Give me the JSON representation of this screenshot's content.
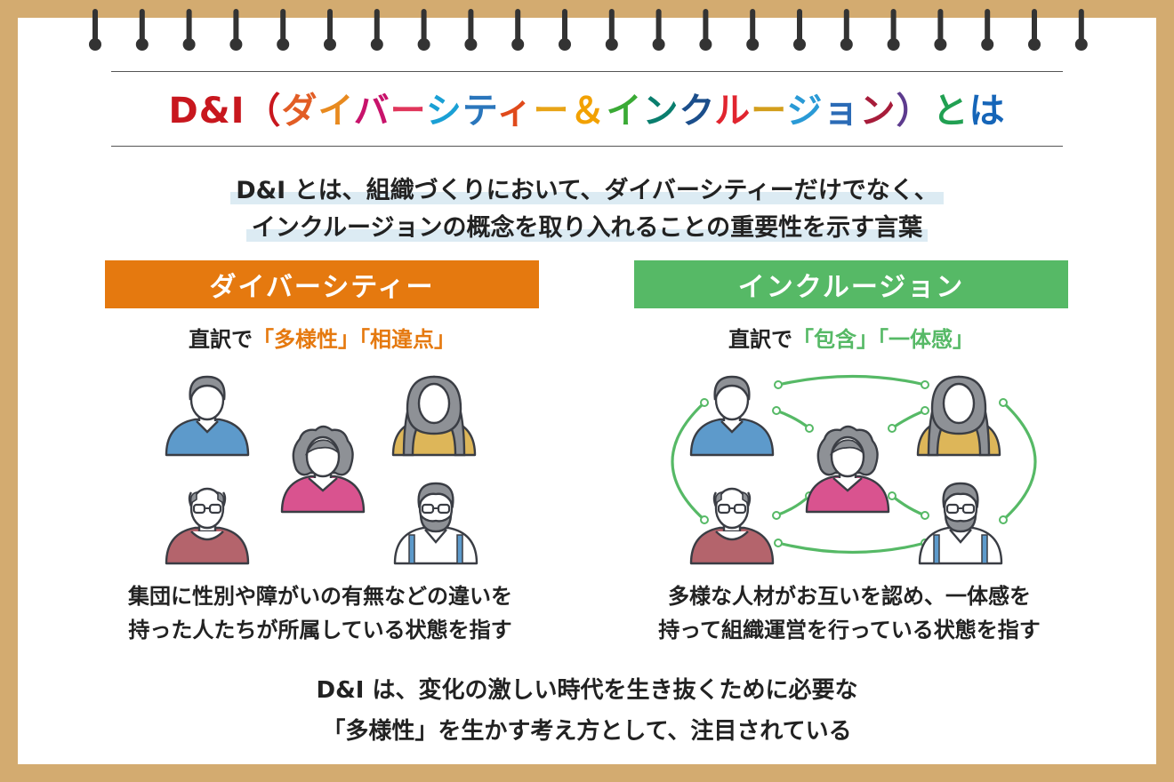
{
  "title": {
    "parts": [
      {
        "text": "D&I",
        "color": "#c8171e"
      },
      {
        "text": "（",
        "color": "#c8171e"
      },
      {
        "text": "ダ",
        "color": "#e25d25"
      },
      {
        "text": "イ",
        "color": "#e88a1f"
      },
      {
        "text": "バ",
        "color": "#c8136b"
      },
      {
        "text": "ー",
        "color": "#e0365b"
      },
      {
        "text": "シ",
        "color": "#1aa0d5"
      },
      {
        "text": "テ",
        "color": "#2a76bc"
      },
      {
        "text": "ィ",
        "color": "#e04a1b"
      },
      {
        "text": "ー",
        "color": "#e8a417"
      },
      {
        "text": "＆",
        "color": "#f2a100"
      },
      {
        "text": "イ",
        "color": "#3aaa35"
      },
      {
        "text": "ン",
        "color": "#0a7e6e"
      },
      {
        "text": "ク",
        "color": "#1b4e8b"
      },
      {
        "text": "ル",
        "color": "#e1252f"
      },
      {
        "text": "ー",
        "color": "#d39e1c"
      },
      {
        "text": "ジ",
        "color": "#2a9ad6"
      },
      {
        "text": "ョ",
        "color": "#2b6bb6"
      },
      {
        "text": "ン",
        "color": "#a71c3a"
      },
      {
        "text": "）",
        "color": "#5d3b8e"
      },
      {
        "text": "と",
        "color": "#21a052"
      },
      {
        "text": "は",
        "color": "#1565b8"
      }
    ]
  },
  "intro": {
    "line1": "D&I とは、組織づくりにおいて、ダイバーシティーだけでなく、",
    "line2": "インクルージョンの概念を取り入れることの重要性を示す言葉"
  },
  "diversity": {
    "heading": "ダイバーシティー",
    "sub_prefix": "直訳で",
    "sub_highlight": "「多様性」「相違点」",
    "desc_line1": "集団に性別や障がいの有無などの違いを",
    "desc_line2": "持った人たちが所属している状態を指す",
    "color": "#e5790f"
  },
  "inclusion": {
    "heading": "インクルージョン",
    "sub_prefix": "直訳で",
    "sub_highlight": "「包含」「一体感」",
    "desc_line1": "多様な人材がお互いを認め、一体感を",
    "desc_line2": "持って組織運営を行っている状態を指す",
    "color": "#56b966"
  },
  "closing": {
    "line1": "D&I は、変化の激しい時代を生き抜くために必要な",
    "line2": "「多様性」を生かす考え方として、注目されている"
  },
  "colors": {
    "background": "#d3ab70",
    "highlight": "#dcebf3",
    "shirt_blue": "#5d9acb",
    "shirt_pink": "#d9538f",
    "shirt_maroon": "#b4646c",
    "shirt_mustard": "#ddb659",
    "hair_gray": "#8e9196",
    "connector_green": "#56b966"
  },
  "icons": {
    "ring": "binder-ring-icon",
    "person_man": "person-man-icon",
    "person_woman_curly": "person-woman-curly-icon",
    "person_woman_hijab": "person-woman-hijab-icon",
    "person_old_man": "person-old-man-glasses-icon",
    "person_bearded": "person-bearded-glasses-icon"
  }
}
